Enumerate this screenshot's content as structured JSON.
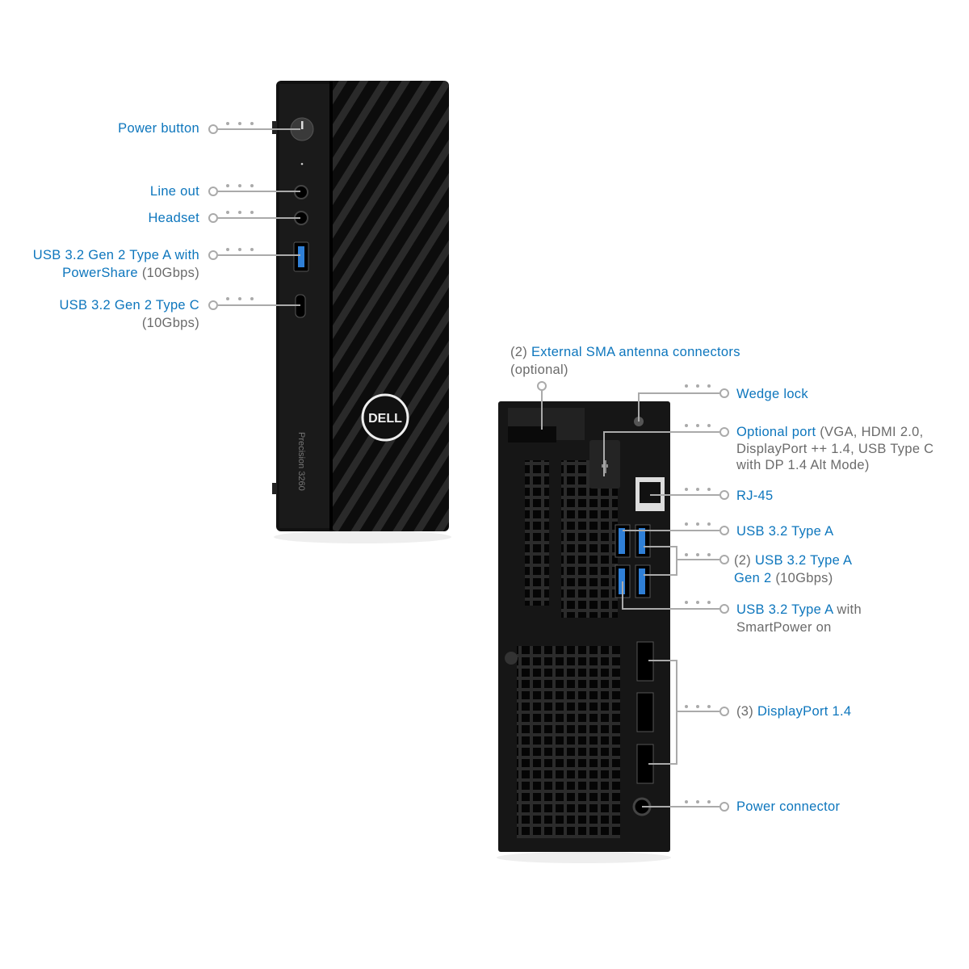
{
  "front": {
    "model_text": "Precision 3260",
    "logo_text": "DELL",
    "labels": {
      "power_button": {
        "name": "Power button"
      },
      "line_out": {
        "name": "Line out"
      },
      "headset": {
        "name": "Headset"
      },
      "usb_a": {
        "name_line1": "USB 3.2 Gen 2 Type A with",
        "name_line2": "PowerShare",
        "note": "(10Gbps)"
      },
      "usb_c": {
        "name": "USB 3.2 Gen 2 Type C",
        "note": "(10Gbps)"
      }
    }
  },
  "back": {
    "labels": {
      "antenna": {
        "prefix": "(2)",
        "name": "External SMA antenna connectors",
        "note": "(optional)"
      },
      "wedge_lock": {
        "name": "Wedge lock"
      },
      "optional_port": {
        "name": "Optional port",
        "note_line1": "(VGA, HDMI 2.0,",
        "note_line2": "DisplayPort ++ 1.4, USB Type C",
        "note_line3": "with DP 1.4 Alt Mode)"
      },
      "rj45": {
        "name": "RJ-45"
      },
      "usb_a": {
        "name": "USB 3.2 Type A"
      },
      "usb_a_gen2": {
        "prefix": "(2)",
        "name_line1": "USB 3.2 Type A",
        "name_line2": "Gen 2",
        "note": "(10Gbps)"
      },
      "usb_smartpower": {
        "name": "USB 3.2 Type A",
        "note_line1": "with",
        "note_line2": "SmartPower on"
      },
      "displayport": {
        "prefix": "(3)",
        "name": "DisplayPort 1.4"
      },
      "power_connector": {
        "name": "Power connector"
      }
    }
  },
  "colors": {
    "label_blue": "#0d76bd",
    "note_grey": "#6b6b6b",
    "chassis": "#151515",
    "usb_blue": "#2f7fd6"
  }
}
